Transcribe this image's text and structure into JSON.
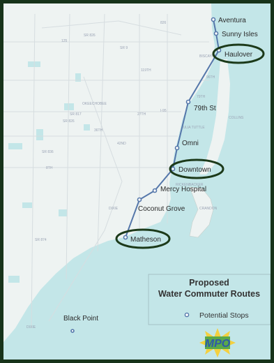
{
  "map": {
    "stops": [
      {
        "name": "Aventura"
      },
      {
        "name": "Sunny Isles"
      },
      {
        "name": "Haulover",
        "highlighted": true
      },
      {
        "name": "79th St"
      },
      {
        "name": "Omni"
      },
      {
        "name": "Downtown",
        "highlighted": true
      },
      {
        "name": "Mercy Hospital"
      },
      {
        "name": "Coconut Grove"
      },
      {
        "name": "Matheson",
        "highlighted": true
      },
      {
        "name": "Black Point"
      }
    ],
    "road_labels": [
      "SR 826",
      "SR 9",
      "125",
      "826",
      "119TH",
      "96TH",
      "79TH",
      "OKEECHOBEE",
      "36TH",
      "JULIA TUTTLE",
      "SR 836",
      "8TH",
      "DIXIE",
      "RICKENBACKER",
      "CRANDON",
      "SR 874",
      "DIXIE",
      "BISCAYNE",
      "COLLINS",
      "27TH",
      "42ND",
      "I-95",
      "SR 817",
      "SR 826"
    ],
    "colors": {
      "route": "#5577aa",
      "highlight_ring": "#1c3a1a",
      "water": "#c3e6e8",
      "land": "#eef3f2",
      "frame": "#17331a"
    }
  },
  "legend": {
    "title_line1": "Proposed",
    "title_line2": "Water Commuter Routes",
    "item_label": "Potential Stops"
  },
  "logo": {
    "text": "MPO",
    "icon": "sunburst-logo-icon"
  }
}
